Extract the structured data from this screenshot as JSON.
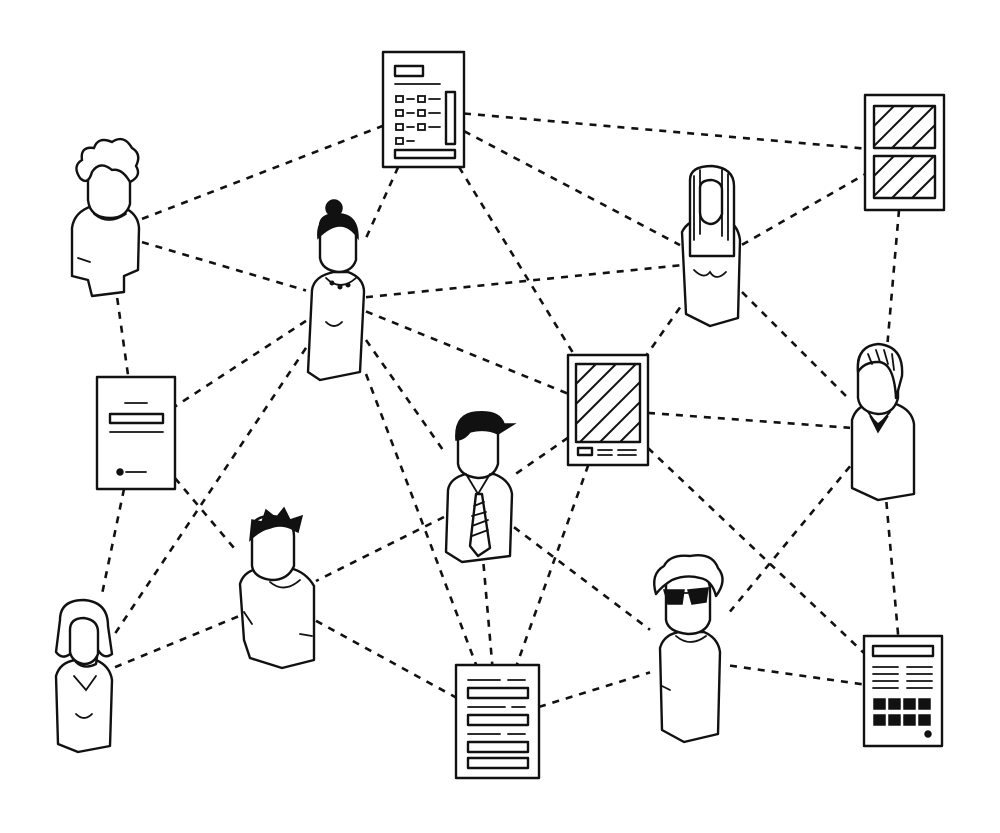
{
  "diagram": {
    "type": "network",
    "nodes": [
      {
        "id": "person-curly",
        "kind": "person",
        "icon": "curly-hair-person-icon"
      },
      {
        "id": "person-bun",
        "kind": "person",
        "icon": "woman-bun-necklace-icon"
      },
      {
        "id": "person-longhair",
        "kind": "person",
        "icon": "long-hair-woman-icon"
      },
      {
        "id": "person-combed",
        "kind": "person",
        "icon": "combed-hair-man-icon"
      },
      {
        "id": "person-tie",
        "kind": "person",
        "icon": "businessman-tie-icon"
      },
      {
        "id": "person-spiky",
        "kind": "person",
        "icon": "spiky-hair-man-icon"
      },
      {
        "id": "person-bob",
        "kind": "person",
        "icon": "bob-hair-woman-icon"
      },
      {
        "id": "person-sunglasses",
        "kind": "person",
        "icon": "sunglasses-person-icon"
      },
      {
        "id": "doc-list",
        "kind": "document",
        "icon": "checklist-document-icon"
      },
      {
        "id": "doc-two-images",
        "kind": "document",
        "icon": "two-image-document-icon"
      },
      {
        "id": "doc-letter",
        "kind": "document",
        "icon": "letter-document-icon"
      },
      {
        "id": "doc-tablet",
        "kind": "document",
        "icon": "image-tablet-icon"
      },
      {
        "id": "doc-form",
        "kind": "document",
        "icon": "form-document-icon"
      },
      {
        "id": "doc-grid",
        "kind": "document",
        "icon": "grid-layout-document-icon"
      }
    ],
    "edges": [
      [
        "person-curly",
        "doc-list"
      ],
      [
        "person-curly",
        "person-bun"
      ],
      [
        "person-curly",
        "doc-letter"
      ],
      [
        "doc-list",
        "doc-two-images"
      ],
      [
        "doc-list",
        "person-bun"
      ],
      [
        "doc-list",
        "person-longhair"
      ],
      [
        "doc-list",
        "doc-tablet"
      ],
      [
        "person-bun",
        "person-longhair"
      ],
      [
        "person-bun",
        "doc-letter"
      ],
      [
        "person-bun",
        "doc-tablet"
      ],
      [
        "person-bun",
        "person-tie"
      ],
      [
        "person-bun",
        "person-bob"
      ],
      [
        "person-bun",
        "doc-form"
      ],
      [
        "person-longhair",
        "doc-two-images"
      ],
      [
        "person-longhair",
        "doc-tablet"
      ],
      [
        "person-longhair",
        "person-combed"
      ],
      [
        "doc-two-images",
        "person-combed"
      ],
      [
        "doc-letter",
        "person-spiky"
      ],
      [
        "doc-letter",
        "person-bob"
      ],
      [
        "doc-tablet",
        "person-combed"
      ],
      [
        "doc-tablet",
        "person-tie"
      ],
      [
        "doc-tablet",
        "doc-form"
      ],
      [
        "doc-tablet",
        "doc-grid"
      ],
      [
        "person-combed",
        "person-sunglasses"
      ],
      [
        "person-combed",
        "doc-grid"
      ],
      [
        "person-tie",
        "person-spiky"
      ],
      [
        "person-tie",
        "doc-form"
      ],
      [
        "person-tie",
        "person-sunglasses"
      ],
      [
        "person-spiky",
        "person-bob"
      ],
      [
        "person-spiky",
        "doc-form"
      ],
      [
        "doc-form",
        "person-sunglasses"
      ],
      [
        "person-sunglasses",
        "doc-grid"
      ]
    ]
  }
}
